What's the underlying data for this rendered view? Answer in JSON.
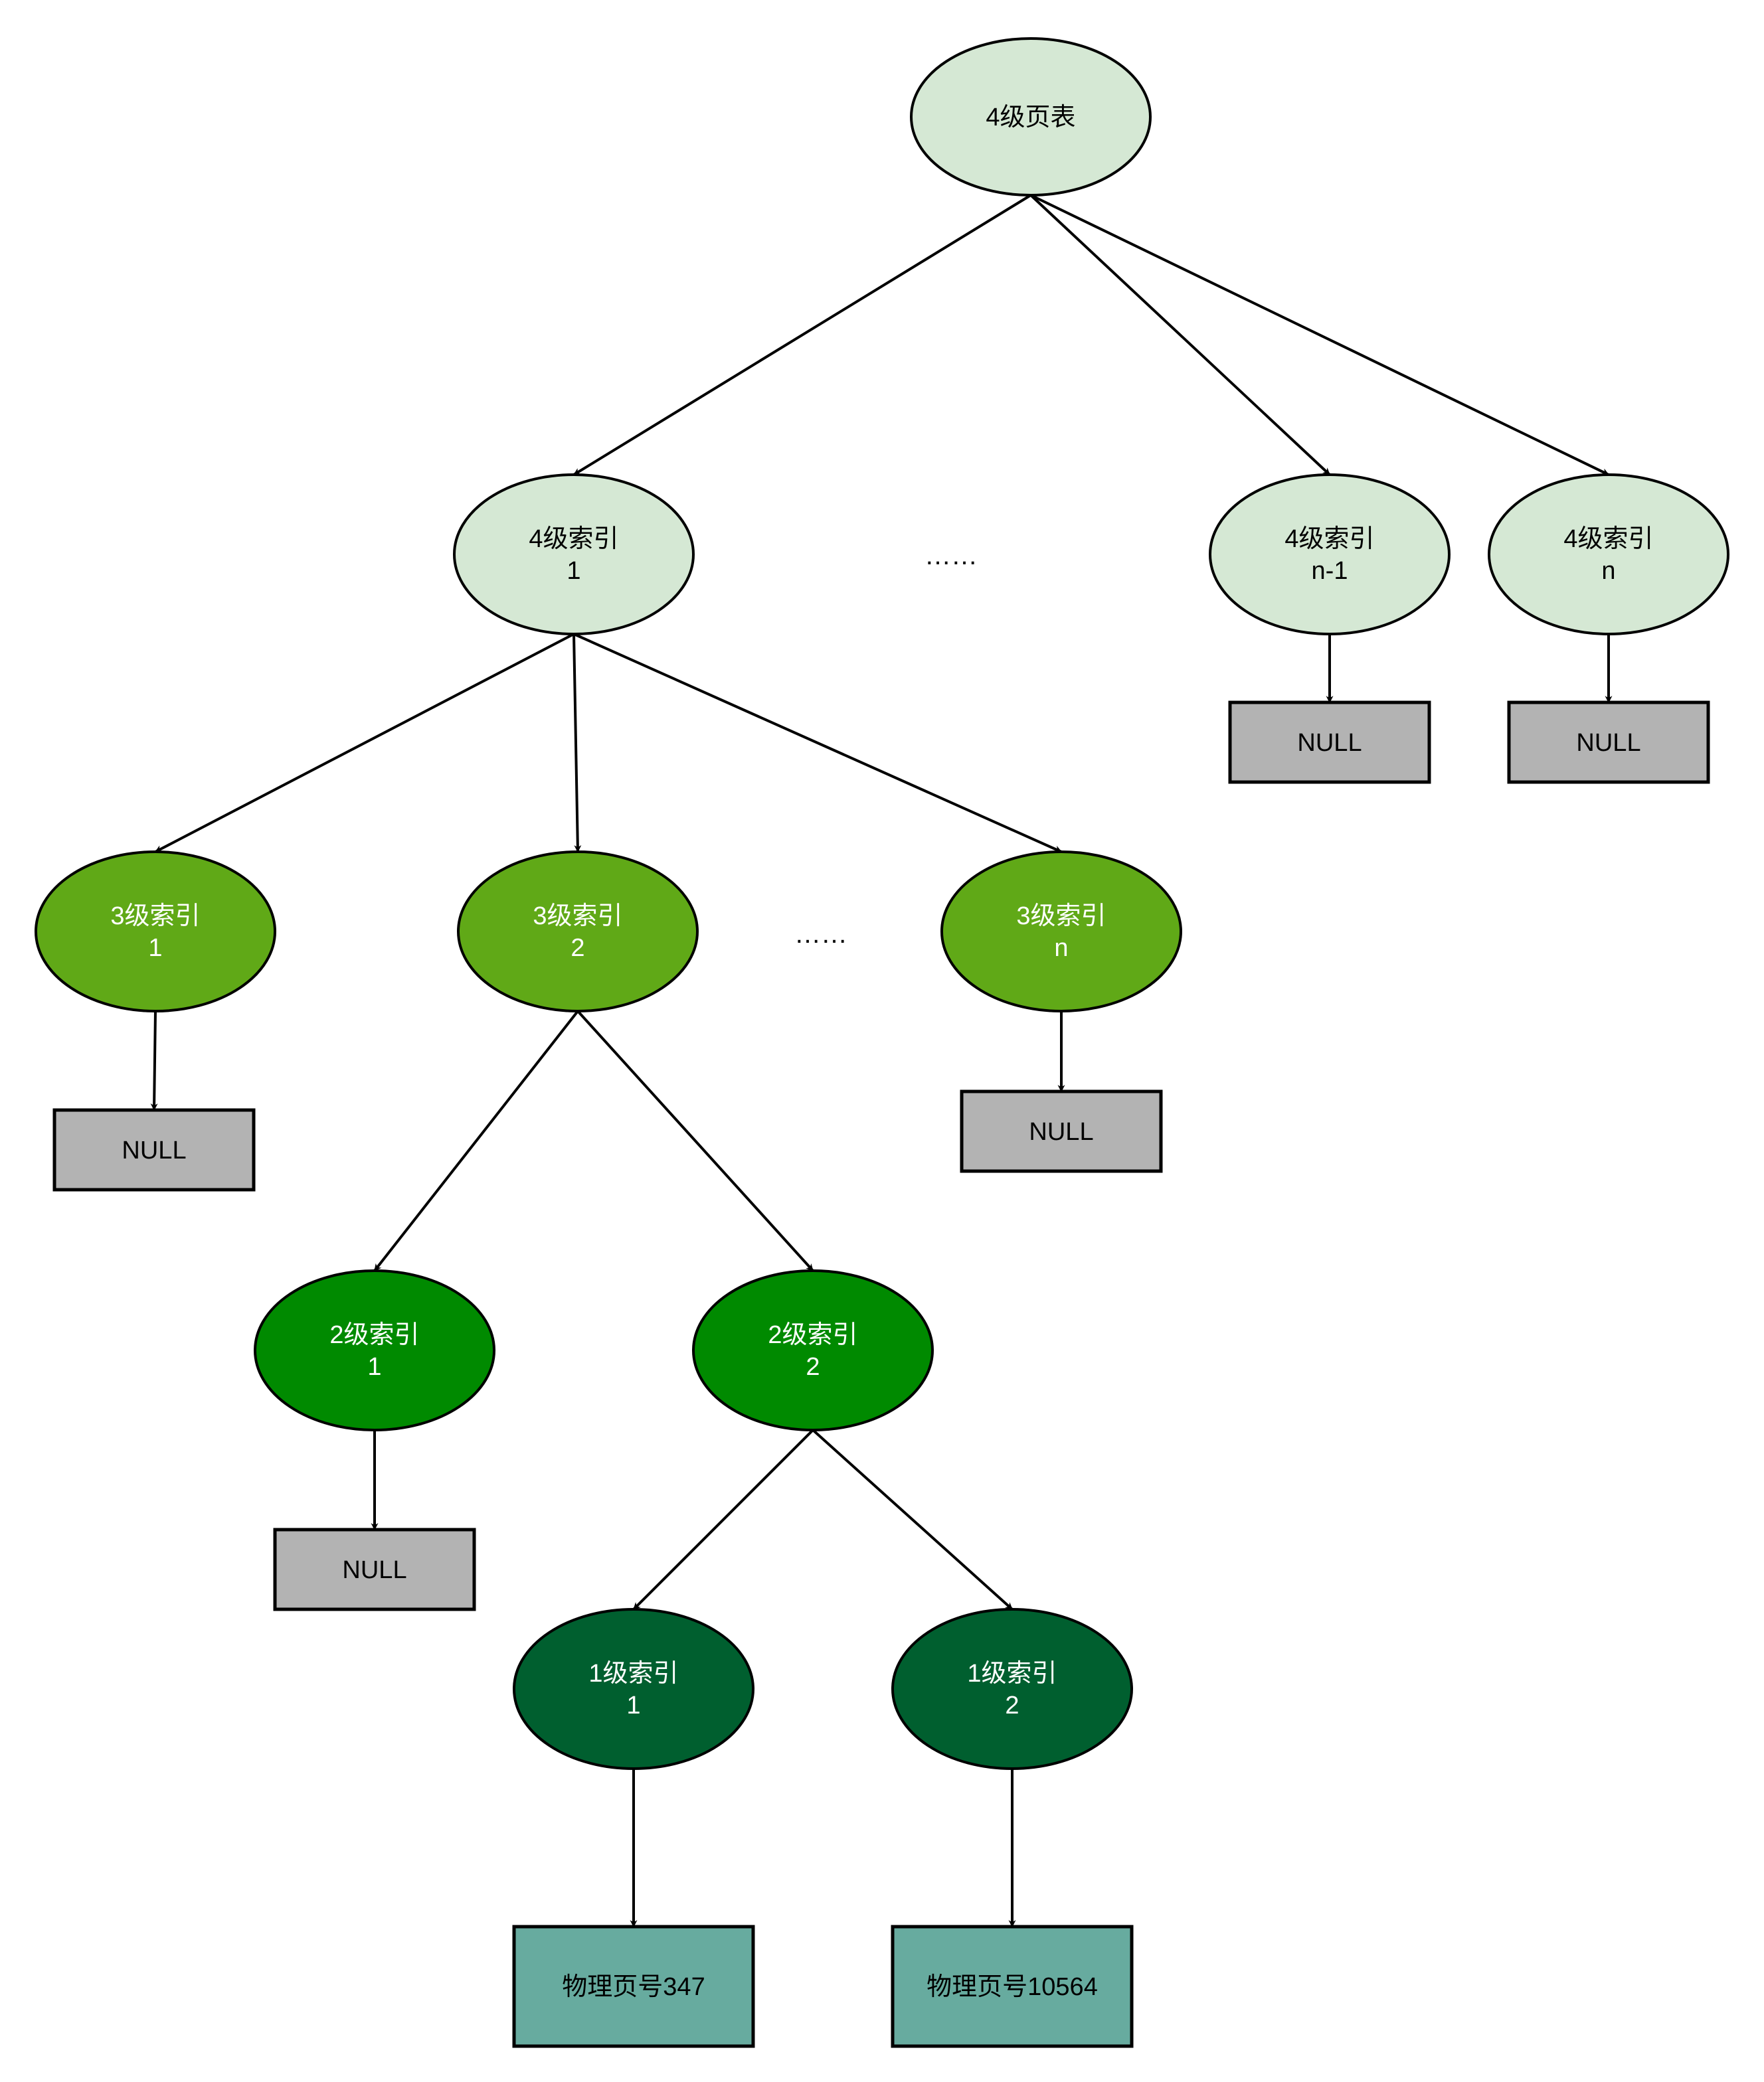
{
  "colors": {
    "level4": "#d5e8d4",
    "level3": "#60a917",
    "level2": "#008a00",
    "level1": "#005f2f",
    "null_box": "#b3b3b3",
    "page_box": "#67ab9f",
    "stroke": "#000000",
    "text_dark": "#000000",
    "text_light": "#ffffff"
  },
  "nodes": {
    "root": {
      "lines": [
        "4级页表"
      ]
    },
    "l4_1": {
      "lines": [
        "4级索引",
        "1"
      ]
    },
    "l4_n1": {
      "lines": [
        "4级索引",
        "n-1"
      ]
    },
    "l4_n": {
      "lines": [
        "4级索引",
        "n"
      ]
    },
    "null_l4_n1": {
      "lines": [
        "NULL"
      ]
    },
    "null_l4_n": {
      "lines": [
        "NULL"
      ]
    },
    "l3_1": {
      "lines": [
        "3级索引",
        "1"
      ]
    },
    "l3_2": {
      "lines": [
        "3级索引",
        "2"
      ]
    },
    "l3_n": {
      "lines": [
        "3级索引",
        "n"
      ]
    },
    "null_l3_1": {
      "lines": [
        "NULL"
      ]
    },
    "null_l3_n": {
      "lines": [
        "NULL"
      ]
    },
    "l2_1": {
      "lines": [
        "2级索引",
        "1"
      ]
    },
    "l2_2": {
      "lines": [
        "2级索引",
        "2"
      ]
    },
    "null_l2_1": {
      "lines": [
        "NULL"
      ]
    },
    "l1_1": {
      "lines": [
        "1级索引",
        "1"
      ]
    },
    "l1_2": {
      "lines": [
        "1级索引",
        "2"
      ]
    },
    "page_347": {
      "lines": [
        "物理页号347"
      ]
    },
    "page_10564": {
      "lines": [
        "物理页号10564"
      ]
    }
  },
  "ellipsis": {
    "level4": "……",
    "level3": "……"
  },
  "edges": [
    [
      "root",
      "l4_1"
    ],
    [
      "root",
      "l4_n1"
    ],
    [
      "root",
      "l4_n"
    ],
    [
      "l4_n1",
      "null_l4_n1"
    ],
    [
      "l4_n",
      "null_l4_n"
    ],
    [
      "l4_1",
      "l3_1"
    ],
    [
      "l4_1",
      "l3_2"
    ],
    [
      "l4_1",
      "l3_n"
    ],
    [
      "l3_1",
      "null_l3_1"
    ],
    [
      "l3_n",
      "null_l3_n"
    ],
    [
      "l3_2",
      "l2_1"
    ],
    [
      "l3_2",
      "l2_2"
    ],
    [
      "l2_1",
      "null_l2_1"
    ],
    [
      "l2_2",
      "l1_1"
    ],
    [
      "l2_2",
      "l1_2"
    ],
    [
      "l1_1",
      "page_347"
    ],
    [
      "l1_2",
      "page_10564"
    ]
  ]
}
